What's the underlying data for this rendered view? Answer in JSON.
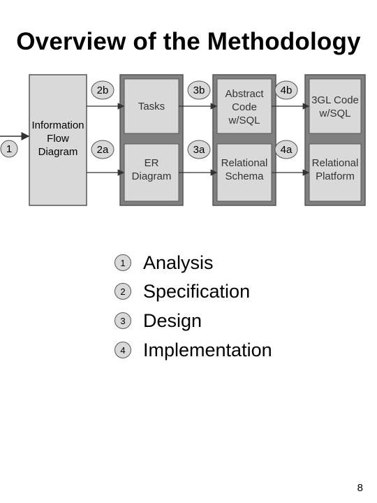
{
  "slide": {
    "title": "Overview of the Methodology",
    "page_number": "8"
  },
  "diagram": {
    "step_markers": {
      "s1": "1",
      "s2b": "2b",
      "s2a": "2a",
      "s3b": "3b",
      "s3a": "3a",
      "s4b": "4b",
      "s4a": "4a"
    },
    "nodes": {
      "ifd": "Information\nFlow\nDiagram",
      "tasks": "Tasks",
      "er": "ER\nDiagram",
      "abstract": "Abstract\nCode\nw/SQL",
      "relational_schema": "Relational\nSchema",
      "gl_code": "3GL Code\nw/SQL",
      "relational_platform": "Relational\nPlatform"
    }
  },
  "legend": [
    {
      "number": "1",
      "label": "Analysis"
    },
    {
      "number": "2",
      "label": "Specification"
    },
    {
      "number": "3",
      "label": "Design"
    },
    {
      "number": "4",
      "label": "Implementation"
    }
  ],
  "colors": {
    "box_fill": "#d9d9d9",
    "column_fill": "#808080",
    "circle_fill": "#d9d9d9",
    "outline": "#555555"
  }
}
